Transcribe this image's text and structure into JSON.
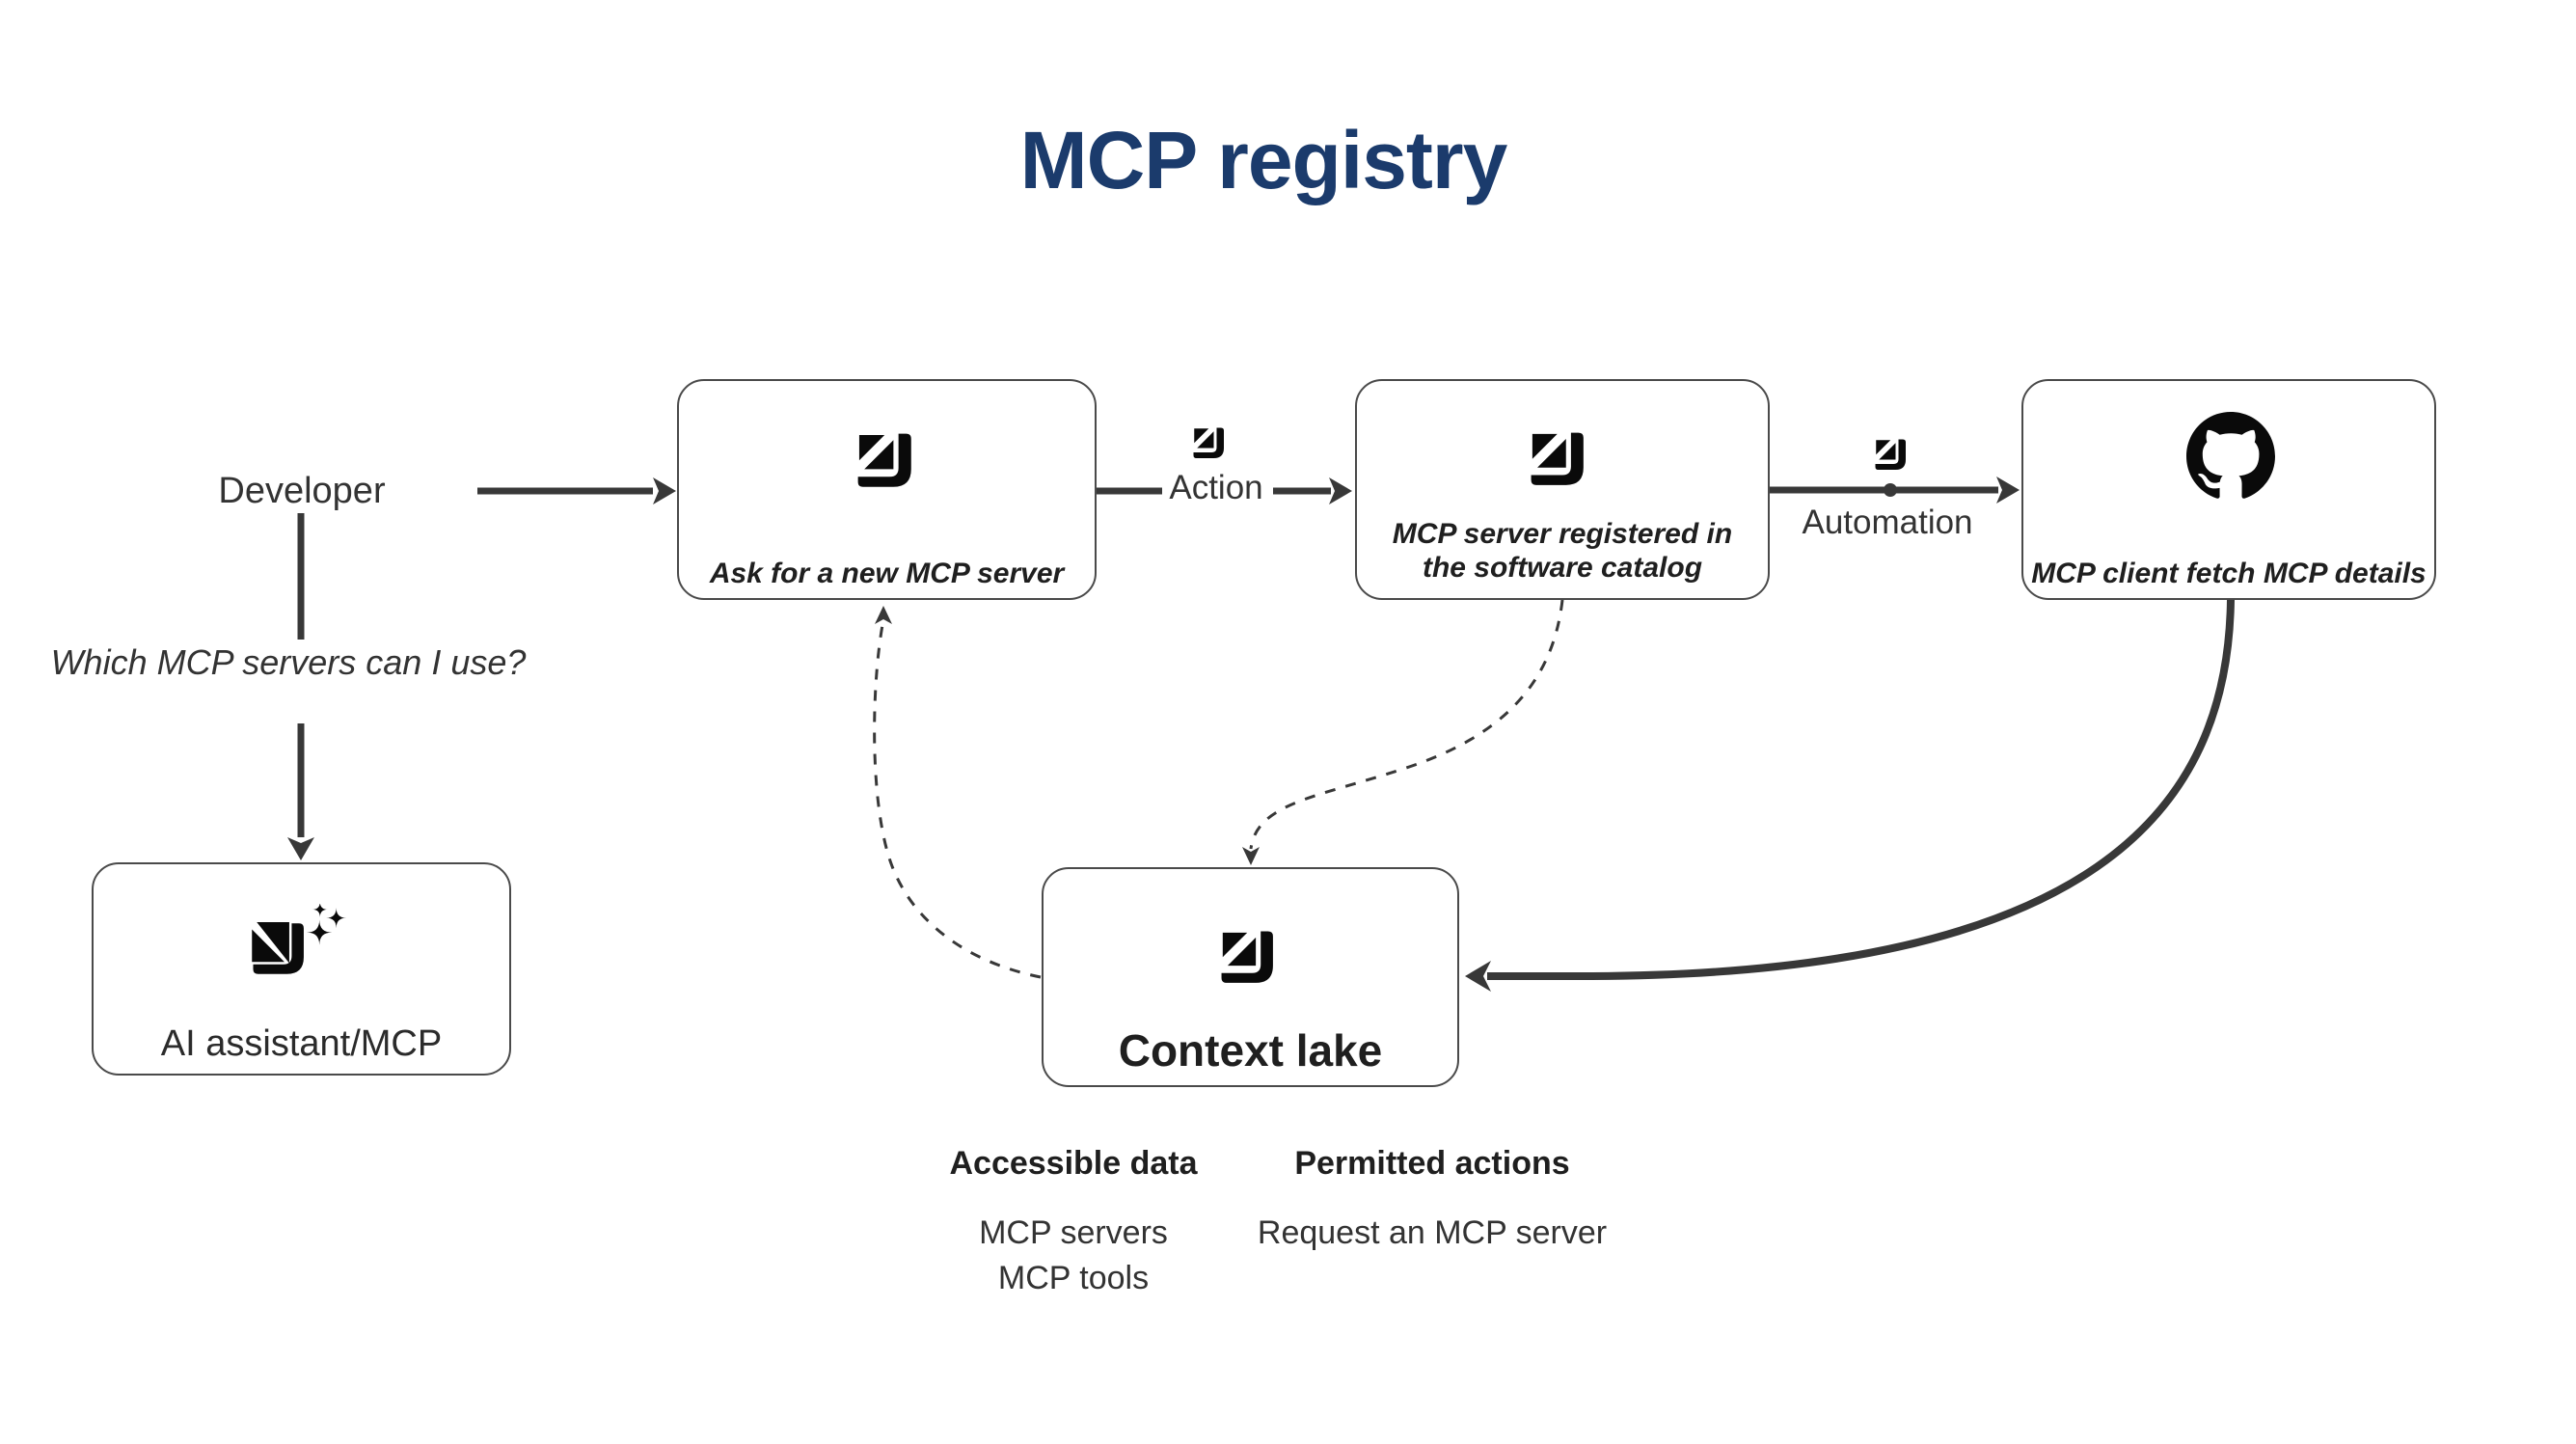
{
  "title": {
    "text": "MCP registry",
    "color": "#1b3b6c"
  },
  "developer": {
    "label": "Developer",
    "question": "Which MCP servers can I use?"
  },
  "nodes": {
    "ask": {
      "label": "Ask for a new MCP server",
      "icon": "port-logo-icon"
    },
    "registered": {
      "label": "MCP server registered in the software catalog",
      "icon": "port-logo-icon"
    },
    "fetch": {
      "label": "MCP client fetch MCP details",
      "icon": "github-icon"
    },
    "assistant": {
      "label": "AI assistant/MCP",
      "icon": "port-ai-sparkles-icon"
    },
    "lake": {
      "label": "Context lake",
      "icon": "port-logo-icon"
    }
  },
  "edges": {
    "action": {
      "label": "Action",
      "icon": "port-logo-icon"
    },
    "automation": {
      "label": "Automation",
      "icon": "port-logo-icon"
    }
  },
  "lake_details": {
    "accessible": {
      "header": "Accessible data",
      "items": [
        "MCP servers",
        "MCP tools"
      ]
    },
    "permitted": {
      "header": "Permitted actions",
      "items": [
        "Request an MCP server"
      ]
    }
  },
  "colors": {
    "line": "#383838",
    "border": "#4a4a4a",
    "text": "#333333",
    "caption": "#1f1f1f"
  }
}
